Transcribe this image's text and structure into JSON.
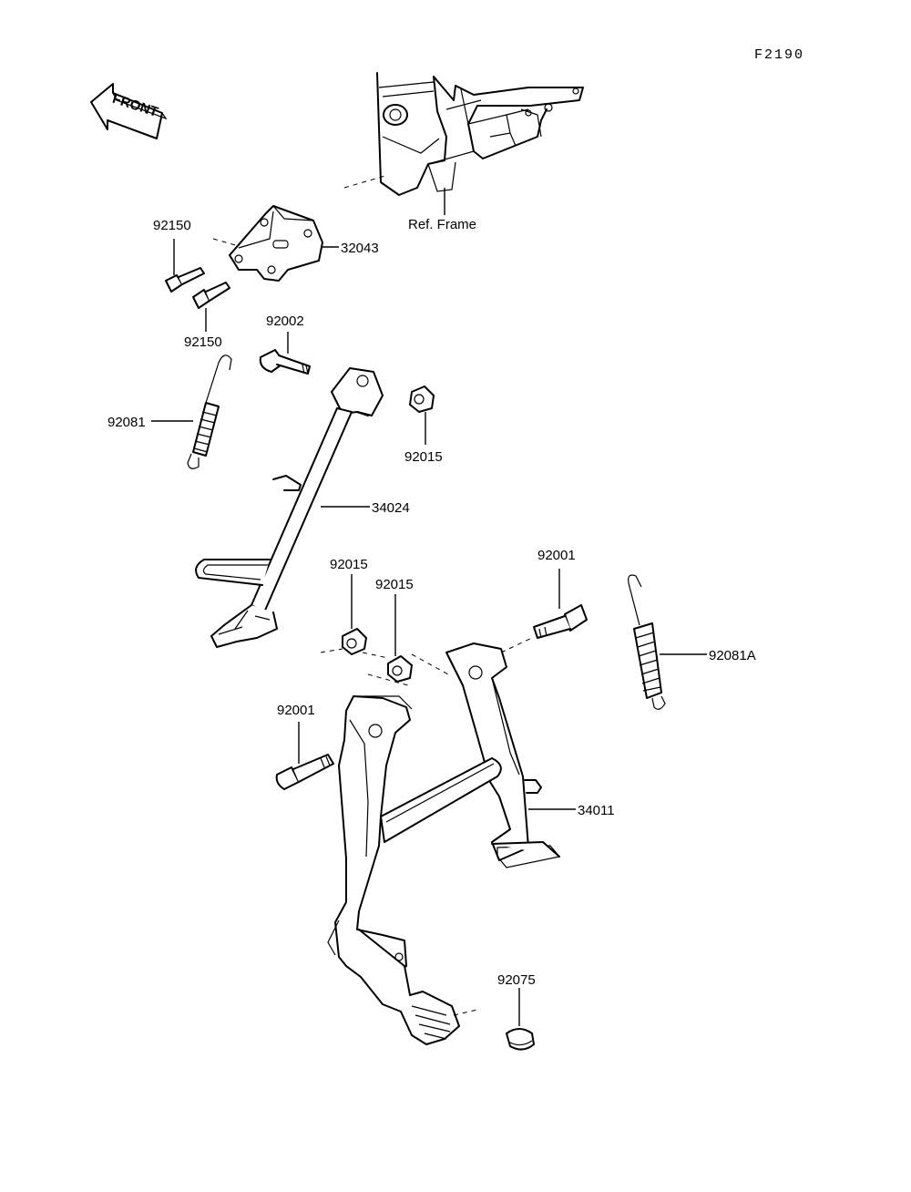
{
  "figure_code": "F2190",
  "front_label": "FRONT",
  "frame_label": "Ref. Frame",
  "parts": {
    "p92150_a": "92150",
    "p92150_b": "92150",
    "p32043": "32043",
    "p92002": "92002",
    "p92081": "92081",
    "p92015_a": "92015",
    "p34024": "34024",
    "p92015_b": "92015",
    "p92015_c": "92015",
    "p92001_a": "92001",
    "p92081A": "92081A",
    "p92001_b": "92001",
    "p34011": "34011",
    "p92075": "92075"
  }
}
